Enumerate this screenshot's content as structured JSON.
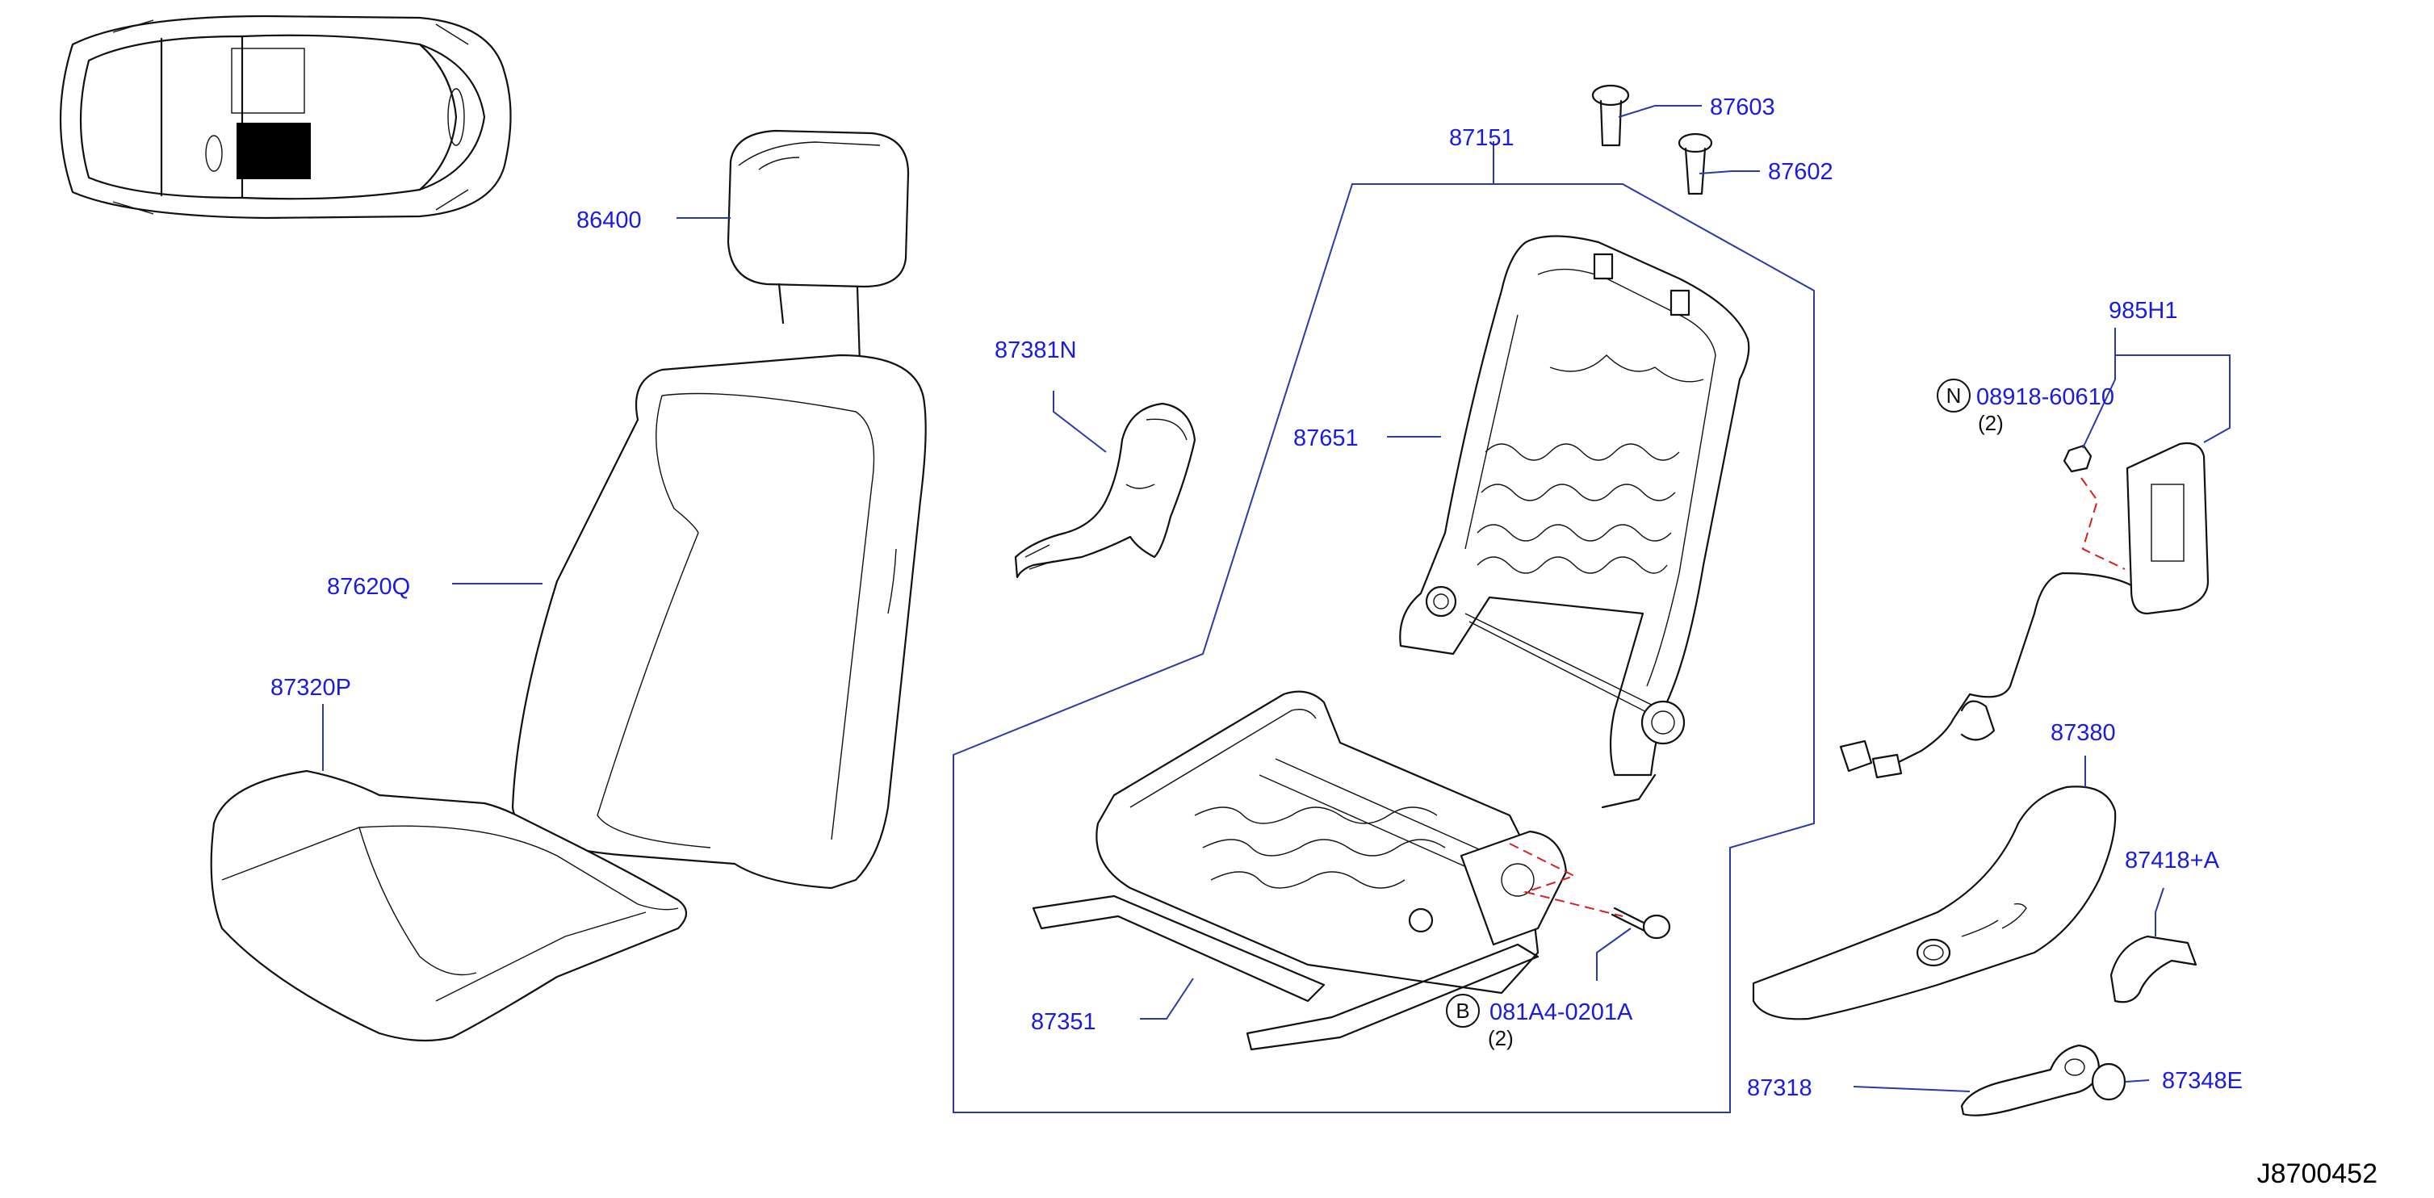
{
  "diagram": {
    "reference_id": "J8700452",
    "parts": {
      "p86400": "86400",
      "p87620Q": "87620Q",
      "p87320P": "87320P",
      "p87381N": "87381N",
      "p87151": "87151",
      "p87603": "87603",
      "p87602": "87602",
      "p87651": "87651",
      "p985H1": "985H1",
      "p08918": "08918-60610",
      "p87380": "87380",
      "p87418A": "87418+A",
      "p87351": "87351",
      "p081A4": "081A4-0201A",
      "p87318": "87318",
      "p87348E": "87348E"
    },
    "quantities": {
      "q08918": "(2)",
      "q081A4": "(2)"
    },
    "callout_letters": {
      "n": "N",
      "b": "B"
    },
    "colors": {
      "label": "#1a1ae6",
      "leader": "#2a3aa8",
      "line_art": "#111111",
      "dashed_fastener_line": "#d81f1f",
      "locator_highlight": "#000000"
    }
  }
}
